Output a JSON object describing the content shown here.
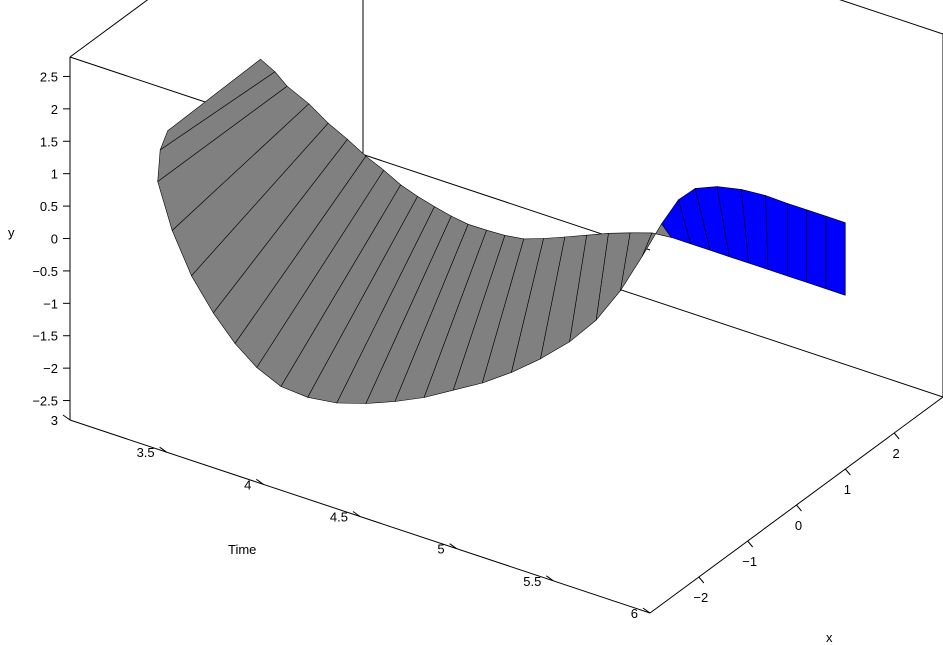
{
  "chart_data": {
    "type": "surface",
    "title": "",
    "xlabel": "x",
    "ylabel": "y",
    "zlabel": "Time",
    "xlim": [
      -3,
      3
    ],
    "ylim": [
      -2.8,
      2.8
    ],
    "time_lim": [
      3,
      6
    ],
    "x_ticks": [
      "−2",
      "−1",
      "0",
      "1",
      "2"
    ],
    "x_tick_values": [
      -2,
      -1,
      0,
      1,
      2
    ],
    "y_ticks": [
      "−2.5",
      "−2",
      "−1.5",
      "−1",
      "−0.5",
      "0",
      "0.5",
      "1",
      "1.5",
      "2",
      "2.5"
    ],
    "y_tick_values": [
      -2.5,
      -2,
      -1.5,
      -1,
      -0.5,
      0,
      0.5,
      1,
      1.5,
      2,
      2.5
    ],
    "time_ticks": [
      "3",
      "3.5",
      "4",
      "4.5",
      "5",
      "5.5",
      "6"
    ],
    "time_tick_values": [
      3,
      3.5,
      4,
      4.5,
      5,
      5.5,
      6
    ],
    "grid": false,
    "colors": {
      "front_face": "#0000ff",
      "back_face": "#808080",
      "edges": "#000000"
    },
    "surface": {
      "description_of_axes": "ribbon of segment endpoints (x, y) evolving in Time",
      "time_samples": [
        3.0,
        3.05,
        3.1,
        3.2,
        3.3,
        3.4,
        3.5,
        3.6,
        3.7,
        3.8,
        3.9,
        4.0,
        4.1,
        4.2,
        4.3,
        4.4,
        4.5,
        4.6,
        4.7,
        4.8,
        4.9,
        5.0,
        5.1,
        5.2,
        5.3,
        5.4,
        5.5,
        5.6,
        5.7,
        5.8,
        5.9,
        6.0
      ],
      "blue_edge_xy": [
        [
          -1.0,
          0.55
        ],
        [
          -1.35,
          0.5
        ],
        [
          -1.6,
          0.2
        ],
        [
          -1.7,
          -0.4
        ],
        [
          -1.7,
          -1.0
        ],
        [
          -1.65,
          -1.5
        ],
        [
          -1.6,
          -1.9
        ],
        [
          -1.55,
          -2.2
        ],
        [
          -1.45,
          -2.45
        ],
        [
          -1.3,
          -2.6
        ],
        [
          -1.1,
          -2.7
        ],
        [
          -0.9,
          -2.72
        ],
        [
          -0.7,
          -2.7
        ],
        [
          -0.5,
          -2.65
        ],
        [
          -0.3,
          -2.55
        ],
        [
          -0.1,
          -2.45
        ],
        [
          0.1,
          -2.3
        ],
        [
          0.3,
          -2.1
        ],
        [
          0.5,
          -1.85
        ],
        [
          0.65,
          -1.5
        ],
        [
          0.75,
          -1.0
        ],
        [
          0.8,
          -0.4
        ],
        [
          0.8,
          0.2
        ],
        [
          0.75,
          0.7
        ],
        [
          0.7,
          1.0
        ],
        [
          0.75,
          1.1
        ],
        [
          0.85,
          1.1
        ],
        [
          0.95,
          1.05
        ],
        [
          1.0,
          1.0
        ],
        [
          1.0,
          1.0
        ],
        [
          1.0,
          1.0
        ],
        [
          1.0,
          1.0
        ]
      ],
      "gray_edge_xy": [
        [
          0.9,
          0.6
        ],
        [
          1.0,
          0.4
        ],
        [
          1.05,
          0.2
        ],
        [
          1.1,
          0.0
        ],
        [
          1.1,
          -0.2
        ],
        [
          1.1,
          -0.35
        ],
        [
          1.08,
          -0.5
        ],
        [
          1.05,
          -0.6
        ],
        [
          1.0,
          -0.7
        ],
        [
          0.95,
          -0.75
        ],
        [
          0.9,
          -0.78
        ],
        [
          0.85,
          -0.8
        ],
        [
          0.8,
          -0.8
        ],
        [
          0.78,
          -0.78
        ],
        [
          0.76,
          -0.75
        ],
        [
          0.75,
          -0.7
        ],
        [
          0.76,
          -0.6
        ],
        [
          0.8,
          -0.5
        ],
        [
          0.85,
          -0.4
        ],
        [
          0.9,
          -0.3
        ],
        [
          0.95,
          -0.22
        ],
        [
          1.0,
          -0.15
        ],
        [
          1.0,
          -0.12
        ],
        [
          1.0,
          -0.12
        ],
        [
          1.0,
          -0.12
        ],
        [
          1.0,
          -0.12
        ],
        [
          1.0,
          -0.12
        ],
        [
          1.0,
          -0.12
        ],
        [
          1.0,
          -0.12
        ],
        [
          1.0,
          -0.12
        ],
        [
          1.0,
          -0.12
        ],
        [
          1.0,
          -0.12
        ]
      ]
    }
  }
}
